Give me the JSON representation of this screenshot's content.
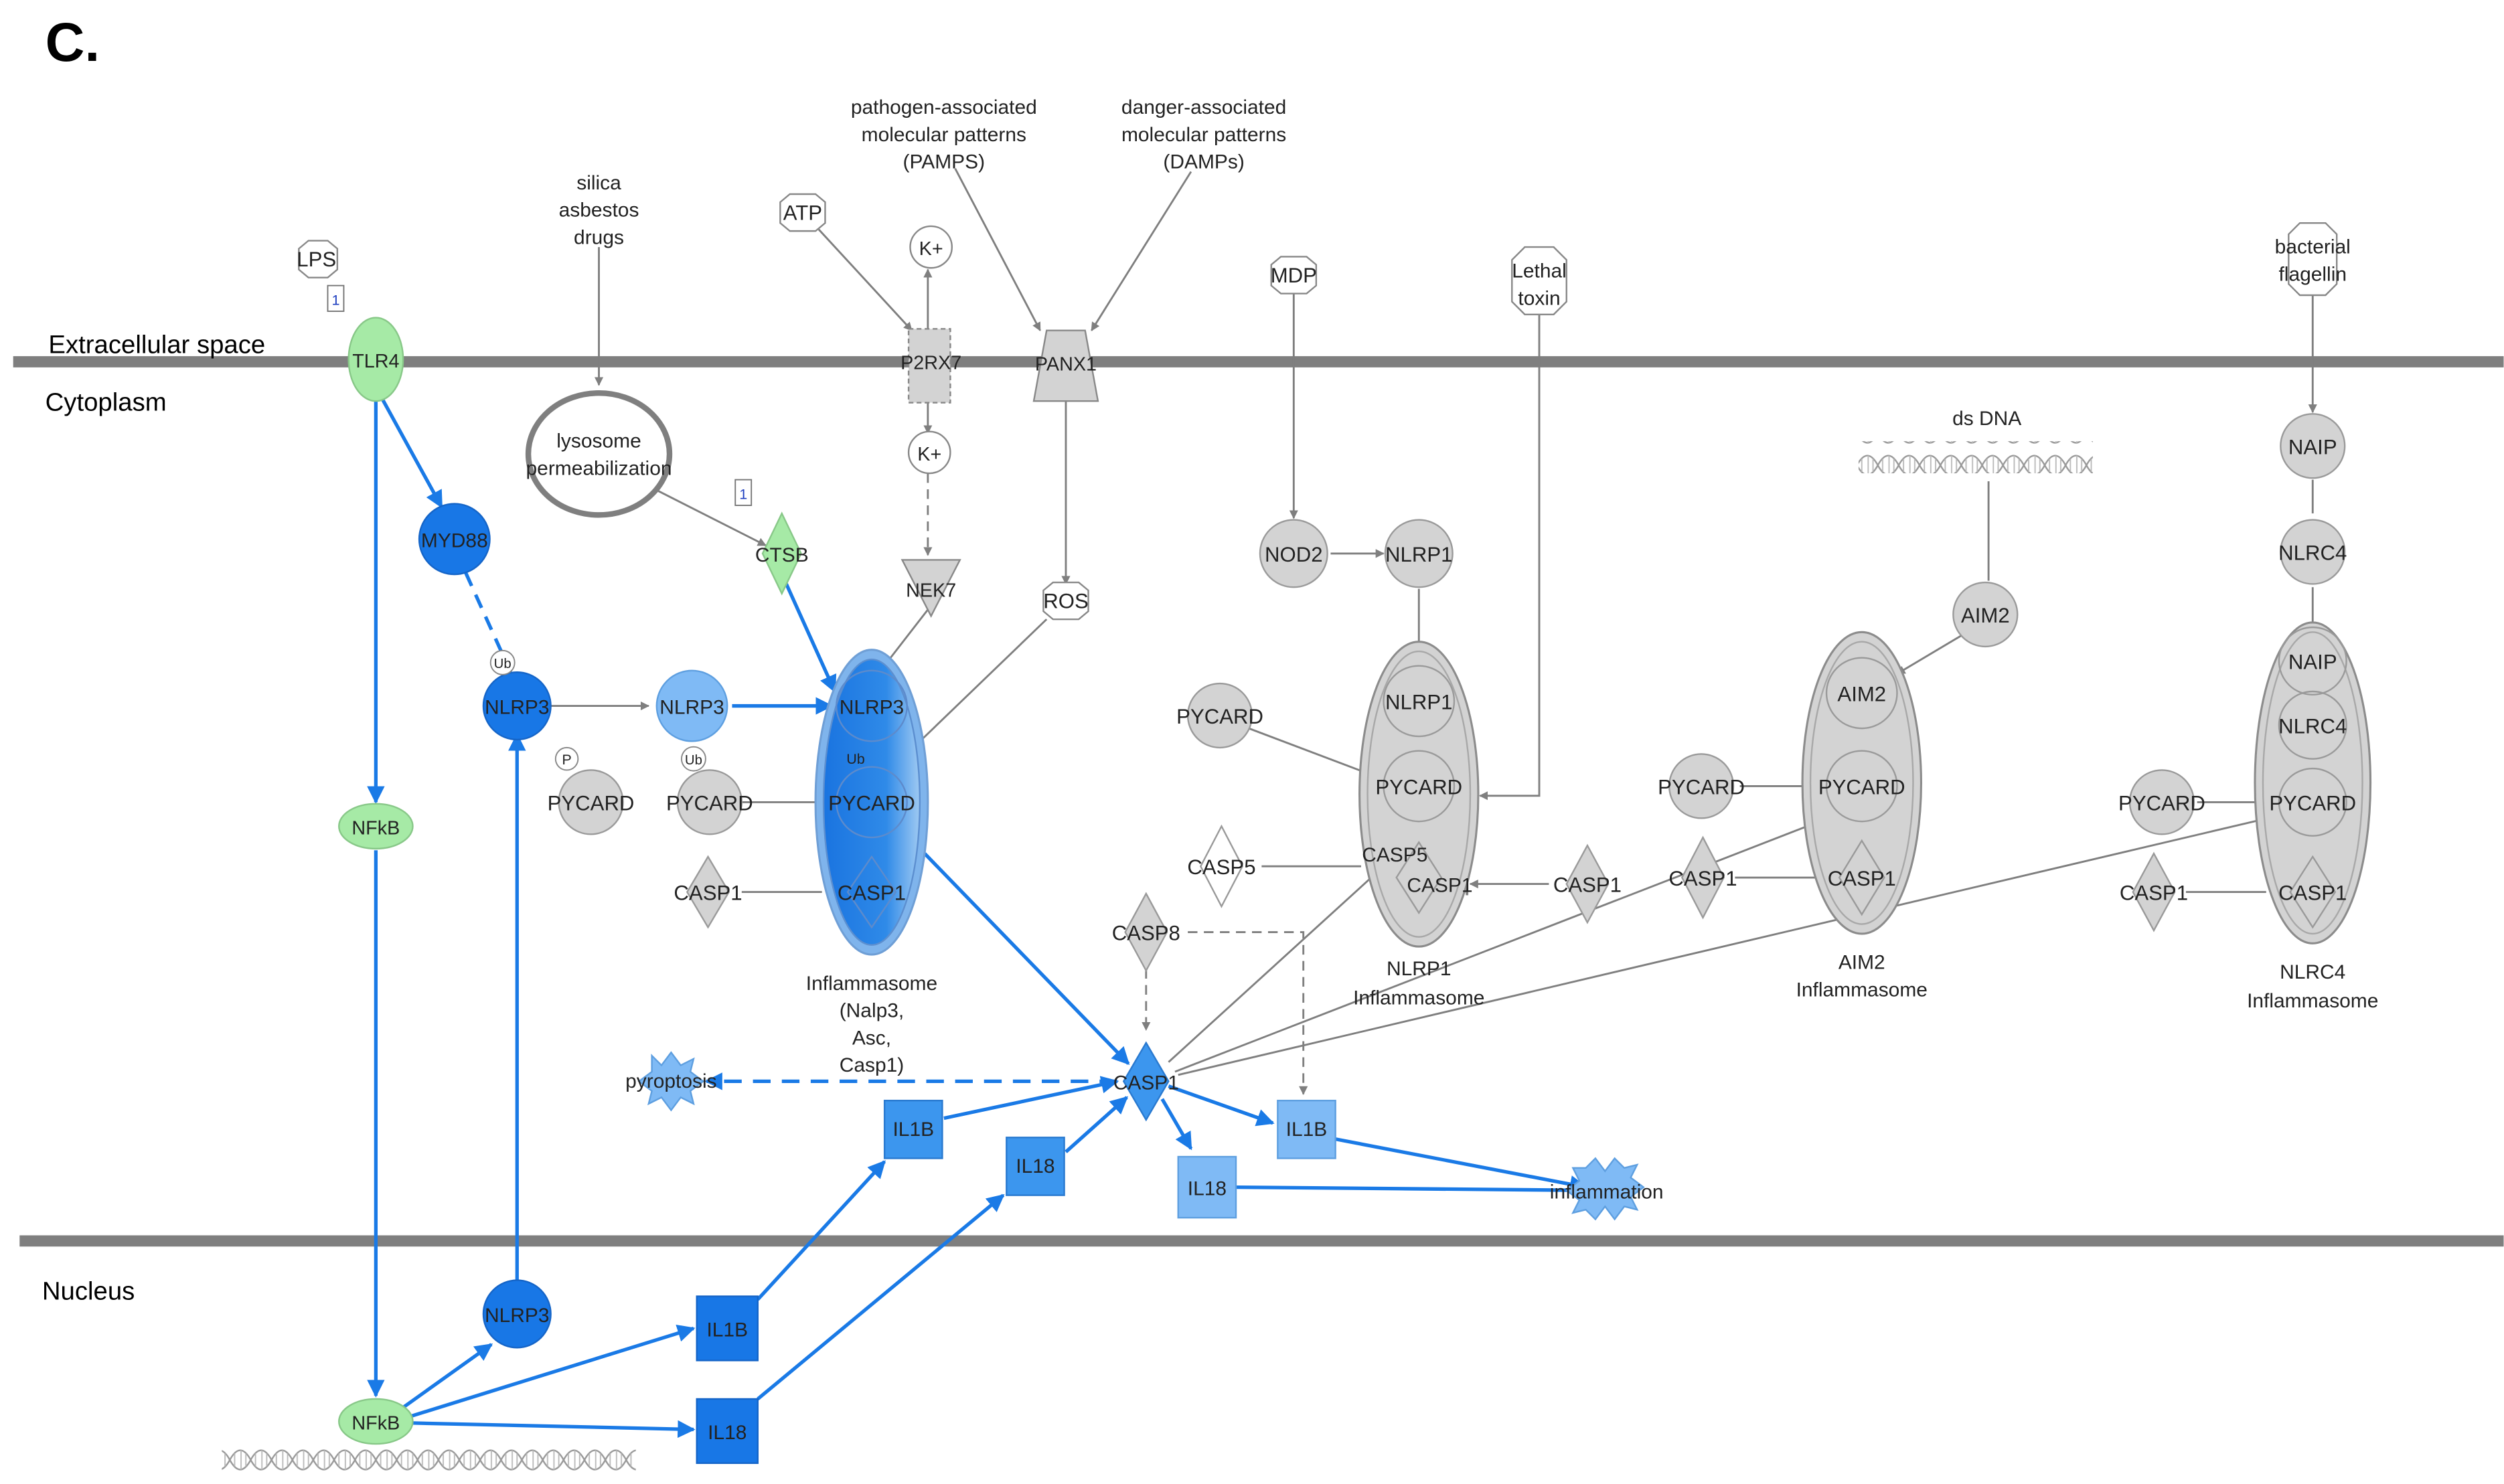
{
  "panel_label": "C.",
  "compartments": {
    "extracellular": "Extracellular space",
    "cytoplasm": "Cytoplasm",
    "nucleus": "Nucleus"
  },
  "colors": {
    "membrane": "#7f7f7f",
    "gray_node": "#d3d3d3",
    "gray_edge": "#7f7f7f",
    "blue_edge": "#1a7ae6",
    "dark_blue": "#1877e6",
    "mid_blue": "#3c96ee",
    "light_blue": "#7fbaf5",
    "green_node": "#a6eaa6",
    "node_outline": "#8c8c8c"
  },
  "labels": {
    "lps": "LPS",
    "tlr4": "TLR4",
    "one_badge": "1",
    "silica": "silica",
    "asbestos": "asbestos",
    "drugs": "drugs",
    "lysosome_1": "lysosome",
    "lysosome_2": "permeabilization",
    "pamps_1": "pathogen-associated",
    "pamps_2": "molecular patterns",
    "pamps_3": "(PAMPS)",
    "damps_1": "danger-associated",
    "damps_2": "molecular patterns",
    "damps_3": "(DAMPs)",
    "atp": "ATP",
    "k_plus": "K+",
    "p2rx7": "P2RX7",
    "panx1": "PANX1",
    "nek7": "NEK7",
    "ros": "ROS",
    "mdp": "MDP",
    "lethal_1": "Lethal",
    "lethal_2": "toxin",
    "bact_1": "bacterial",
    "bact_2": "flagellin",
    "ds_dna": "ds DNA",
    "myd88": "MYD88",
    "ctsb": "CTSB",
    "nlrp3": "NLRP3",
    "ub": "Ub",
    "p": "P",
    "pycard": "PYCARD",
    "casp1": "CASP1",
    "nfkb": "NFkB",
    "inflammasome_1": "Inflammasome",
    "inflammasome_2": "(Nalp3,",
    "inflammasome_3": "Asc,",
    "inflammasome_4": "Casp1)",
    "nod2": "NOD2",
    "nlrp1": "NLRP1",
    "casp5": "CASP5",
    "casp8": "CASP8",
    "nlrp1_infl_1": "NLRP1",
    "nlrp1_infl_2": "Inflammasome",
    "aim2": "AIM2",
    "aim2_infl_1": "AIM2",
    "aim2_infl_2": "Inflammasome",
    "naip": "NAIP",
    "nlrc4": "NLRC4",
    "nlrc4_infl_1": "NLRC4",
    "nlrc4_infl_2": "Inflammasome",
    "pyroptosis": "pyroptosis",
    "il1b": "IL1B",
    "il18": "IL18",
    "inflammation": "inflammation"
  }
}
